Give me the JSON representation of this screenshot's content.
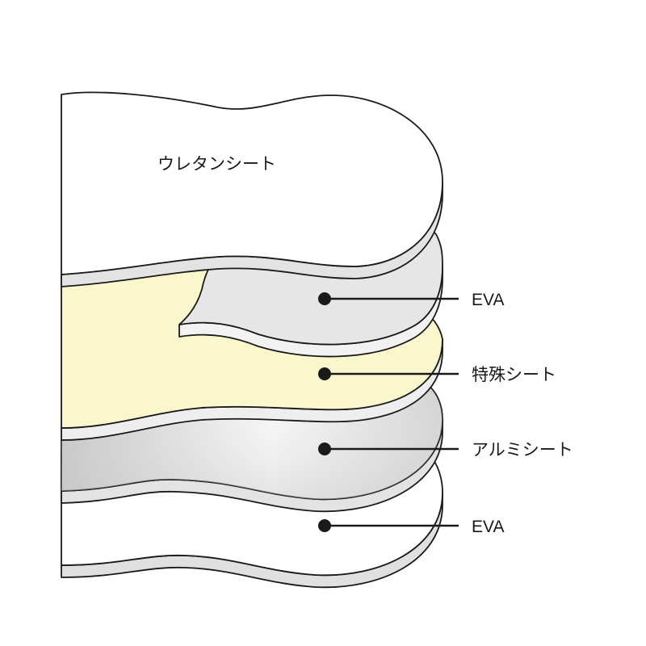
{
  "layers": [
    {
      "id": "urethane",
      "label": "ウレタンシート",
      "color": "#ffffff"
    },
    {
      "id": "eva-top",
      "label": "EVA",
      "color": "#e6e6e6"
    },
    {
      "id": "special",
      "label": "特殊シート",
      "color": "#fbf7cd"
    },
    {
      "id": "aluminum",
      "label": "アルミシート",
      "color": "#d9d9d9"
    },
    {
      "id": "eva-bottom",
      "label": "EVA",
      "color": "#ffffff"
    }
  ]
}
